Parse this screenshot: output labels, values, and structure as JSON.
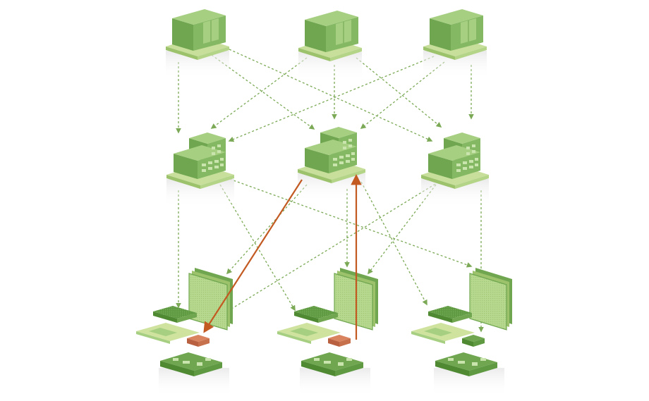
{
  "colors": {
    "background": "#ffffff",
    "box_front": "#6fa64f",
    "box_side": "#5a8f3e",
    "box_top": "#a6cf82",
    "box_detail": "#c9e4ad",
    "base_top": "#c7df9a",
    "base_side": "#9cc26c",
    "panel_face": "#b7d88f",
    "panel_edge": "#6fa64f",
    "board_dark": "#4f8a33",
    "board_light": "#cfe39f",
    "chip": "#d9835f",
    "link": "#7ba955",
    "highlight": "#c25a22"
  },
  "tiers": [
    {
      "name": "storage-cabinets",
      "count": 3
    },
    {
      "name": "servers",
      "count": 3
    },
    {
      "name": "edge-devices",
      "count": 3
    }
  ],
  "links": [
    {
      "from": "cabinet-1",
      "to": "server-1",
      "style": "dashed"
    },
    {
      "from": "cabinet-1",
      "to": "server-2",
      "style": "dashed"
    },
    {
      "from": "cabinet-1",
      "to": "server-3",
      "style": "dashed"
    },
    {
      "from": "cabinet-2",
      "to": "server-1",
      "style": "dashed"
    },
    {
      "from": "cabinet-2",
      "to": "server-2",
      "style": "dashed"
    },
    {
      "from": "cabinet-2",
      "to": "server-3",
      "style": "dashed"
    },
    {
      "from": "cabinet-3",
      "to": "server-1",
      "style": "dashed"
    },
    {
      "from": "cabinet-3",
      "to": "server-2",
      "style": "dashed"
    },
    {
      "from": "cabinet-3",
      "to": "server-3",
      "style": "dashed"
    },
    {
      "from": "server-1",
      "to": "device-1",
      "style": "dashed"
    },
    {
      "from": "server-1",
      "to": "device-2",
      "style": "dashed"
    },
    {
      "from": "server-1",
      "to": "device-3",
      "style": "dashed"
    },
    {
      "from": "server-2",
      "to": "device-1",
      "style": "dashed"
    },
    {
      "from": "server-2",
      "to": "device-2",
      "style": "dashed"
    },
    {
      "from": "server-2",
      "to": "device-3",
      "style": "dashed"
    },
    {
      "from": "server-3",
      "to": "device-1",
      "style": "dashed"
    },
    {
      "from": "server-3",
      "to": "device-2",
      "style": "dashed"
    },
    {
      "from": "server-3",
      "to": "device-3",
      "style": "dashed"
    },
    {
      "from": "server-2",
      "to": "device-1",
      "style": "solid-highlight"
    },
    {
      "from": "device-2",
      "to": "server-2",
      "style": "solid-highlight"
    }
  ]
}
